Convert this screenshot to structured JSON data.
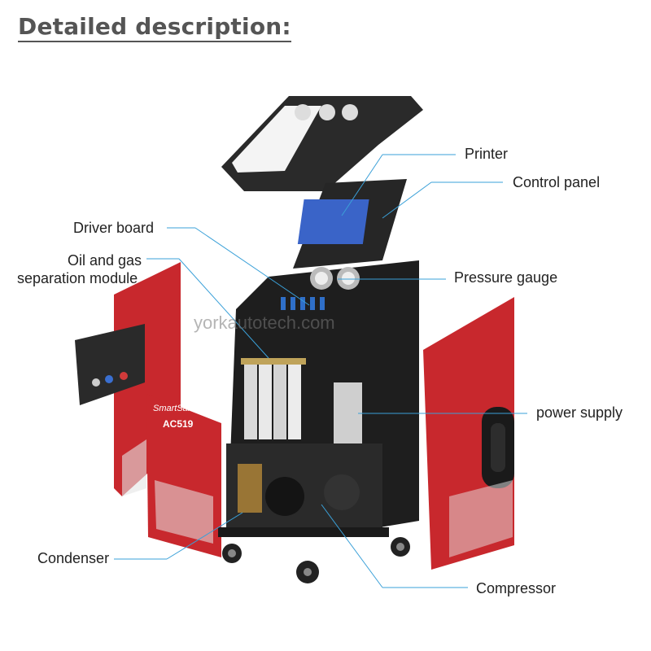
{
  "title": "Detailed description:",
  "watermark": "yorkautotech.com",
  "panel_logo": {
    "brand": "SmartSafe",
    "model": "AC519"
  },
  "labels": {
    "printer": "Printer",
    "control_panel": "Control panel",
    "driver_board": "Driver board",
    "oil_gas_line1": "Oil and gas",
    "oil_gas_line2": "separation module",
    "pressure_gauge": "Pressure gauge",
    "power_supply": "power supply",
    "condenser": "Condenser",
    "compressor": "Compressor"
  },
  "colors": {
    "line": "#3aa0d8",
    "red_panel": "#c8282d",
    "body": "#1e1e1e"
  }
}
